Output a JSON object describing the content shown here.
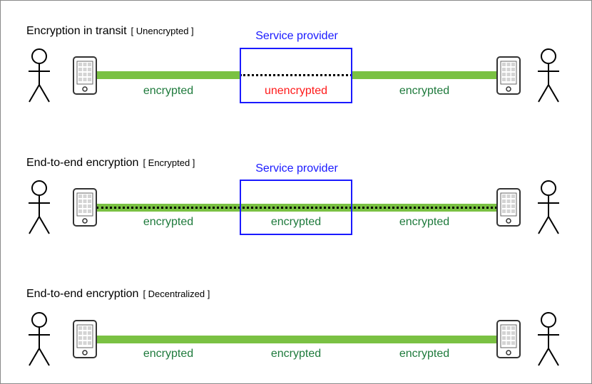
{
  "colors": {
    "encrypted_link": "#7ac143",
    "encrypted_text": "#1e7a3c",
    "unencrypted_text": "#ff1a1a",
    "provider": "#1a1aff"
  },
  "icons": [
    "person-icon",
    "smartphone-icon"
  ],
  "rows": [
    {
      "title": "Encryption in transit",
      "tag": "[ Unencrypted ]",
      "provider_label": "Service provider",
      "left_label": "encrypted",
      "middle_label": "unencrypted",
      "right_label": "encrypted"
    },
    {
      "title": "End-to-end encryption",
      "tag": "[ Encrypted ]",
      "provider_label": "Service provider",
      "left_label": "encrypted",
      "middle_label": "encrypted",
      "right_label": "encrypted"
    },
    {
      "title": "End-to-end encryption",
      "tag": "[ Decentralized ]",
      "left_label": "encrypted",
      "middle_label": "encrypted",
      "right_label": "encrypted"
    }
  ]
}
